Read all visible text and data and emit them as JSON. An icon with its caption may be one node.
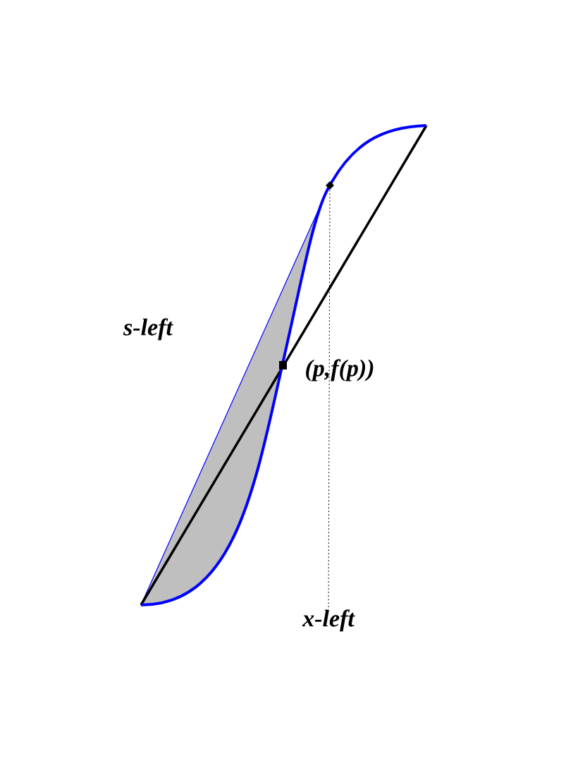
{
  "diagram": {
    "nodes": [
      {
        "text": [],
        "shape": "diamond"
      },
      {
        "text": [
          "x-left"
        ]
      }
    ],
    "edges": [
      {
        "from": 0,
        "to": 1,
        "arrow": "none",
        "style": "dashed"
      }
    ],
    "labels": [
      "s-left",
      "(p,f(p))"
    ]
  }
}
